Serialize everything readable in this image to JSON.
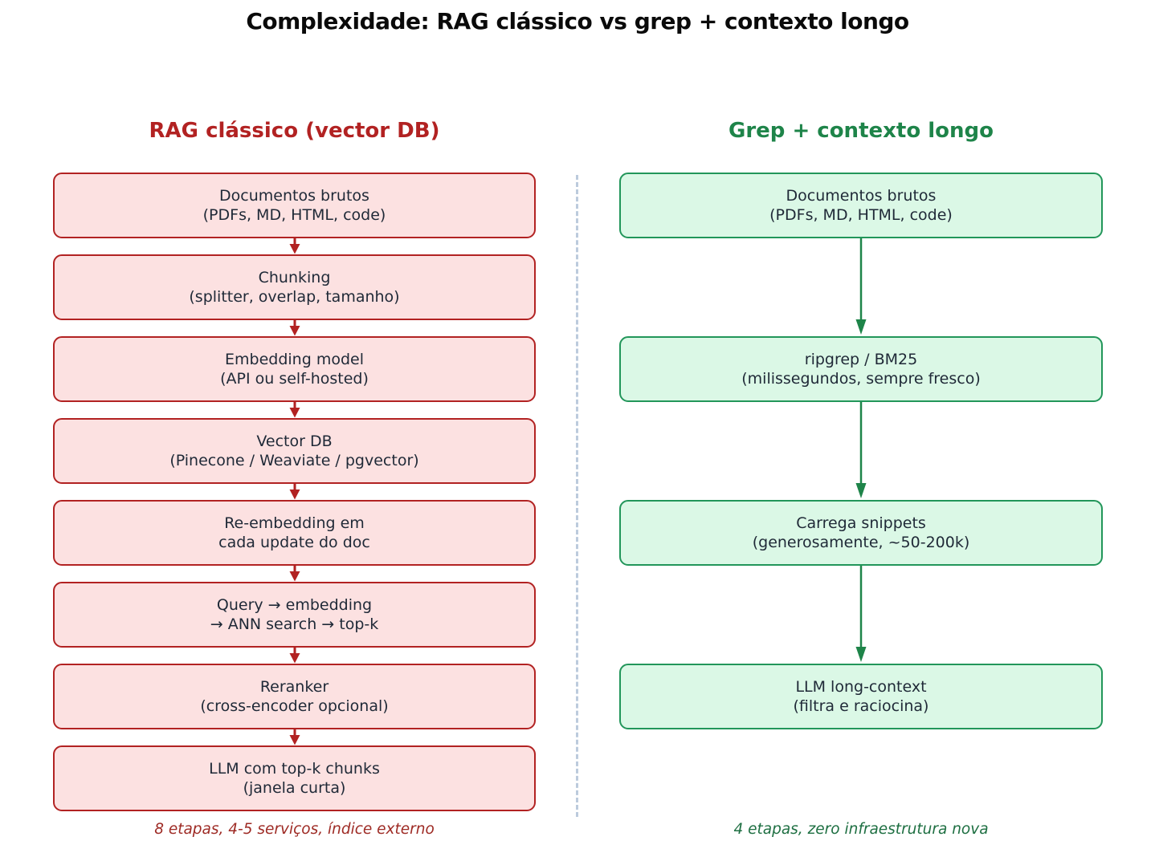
{
  "title": "Complexidade: RAG clássico vs grep + contexto longo",
  "colors": {
    "red_border": "#b22222",
    "red_fill": "#fce1e1",
    "red_header_text": "#b22222",
    "red_footer_text": "#9e2b25",
    "green_border": "#22965a",
    "green_fill": "#dbf8e6",
    "green_header_text": "#1e8449",
    "green_footer_text": "#1e6f42",
    "node_text": "#1f2937",
    "divider": "#bccbdd"
  },
  "left": {
    "header": "RAG clássico (vector DB)",
    "boxes": [
      {
        "line1": "Documentos brutos",
        "line2": "(PDFs, MD, HTML, code)"
      },
      {
        "line1": "Chunking",
        "line2": "(splitter, overlap, tamanho)"
      },
      {
        "line1": "Embedding model",
        "line2": "(API ou self-hosted)"
      },
      {
        "line1": "Vector DB",
        "line2": "(Pinecone / Weaviate / pgvector)"
      },
      {
        "line1": "Re-embedding em",
        "line2": "cada update do doc"
      },
      {
        "line1": "Query → embedding",
        "line2": "→ ANN search → top-k"
      },
      {
        "line1": "Reranker",
        "line2": "(cross-encoder opcional)"
      },
      {
        "line1": "LLM com top-k chunks",
        "line2": "(janela curta)"
      }
    ],
    "footer": "8 etapas, 4-5 serviços, índice externo"
  },
  "right": {
    "header": "Grep + contexto longo",
    "boxes": [
      {
        "line1": "Documentos brutos",
        "line2": "(PDFs, MD, HTML, code)"
      },
      {
        "line1": "ripgrep / BM25",
        "line2": "(milissegundos, sempre fresco)"
      },
      {
        "line1": "Carrega snippets",
        "line2": "(generosamente, ~50-200k)"
      },
      {
        "line1": "LLM long-context",
        "line2": "(filtra e raciocina)"
      }
    ],
    "footer": "4 etapas, zero infraestrutura nova"
  }
}
